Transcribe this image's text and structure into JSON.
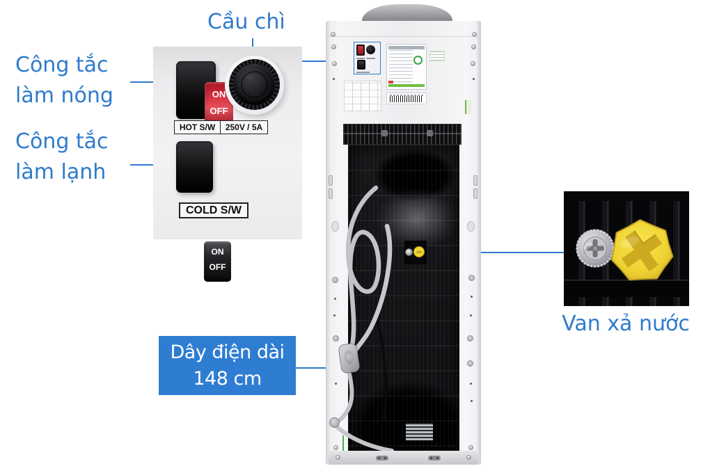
{
  "labels": {
    "fuse": "Cầu chì",
    "hot_switch_line1": "Công tắc",
    "hot_switch_line2": "làm nóng",
    "cold_switch_line1": "Công tắc",
    "cold_switch_line2": "làm lạnh",
    "cord_line1": "Dây điện dài",
    "cord_line2": "148 cm",
    "drain_valve": "Van xả nước"
  },
  "switch_panel": {
    "hot_on": "ON",
    "hot_off": "OFF",
    "hot_sw_label": "HOT S/W",
    "fuse_rating": "250V / 5A",
    "cold_on": "ON",
    "cold_off": "OFF",
    "cold_sw_label": "COLD S/W"
  },
  "colors": {
    "annotation_blue": "#2e7bcc",
    "cord_box_blue": "#2e7dd2",
    "hot_switch_red": "#d8313d",
    "valve_yellow": "#f2d838",
    "body_white": "#f0f0f3",
    "interior_black": "#141416"
  }
}
